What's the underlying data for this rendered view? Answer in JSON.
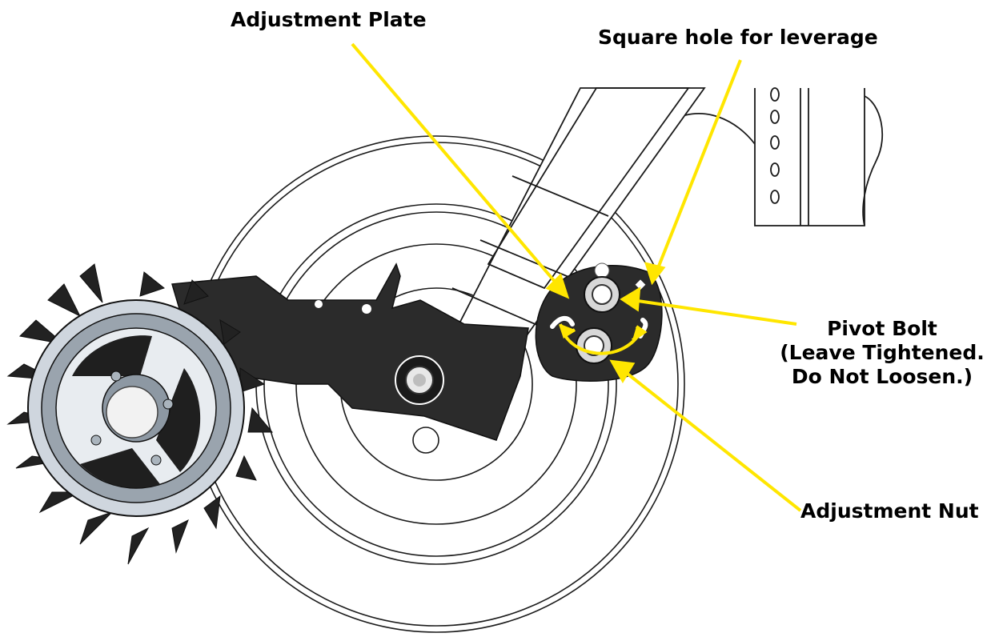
{
  "callouts": {
    "adjustment_plate": "Adjustment Plate",
    "square_hole": "Square hole for leverage",
    "pivot_bolt": {
      "line1": "Pivot Bolt",
      "line2": "(Leave Tightened.",
      "line3": "Do Not Loosen.)"
    },
    "adjustment_nut": "Adjustment Nut"
  },
  "colors": {
    "leader": "#ffe600",
    "outline": "#1a1a1a",
    "bracket": "#2b2b2b",
    "background": "#ffffff"
  }
}
